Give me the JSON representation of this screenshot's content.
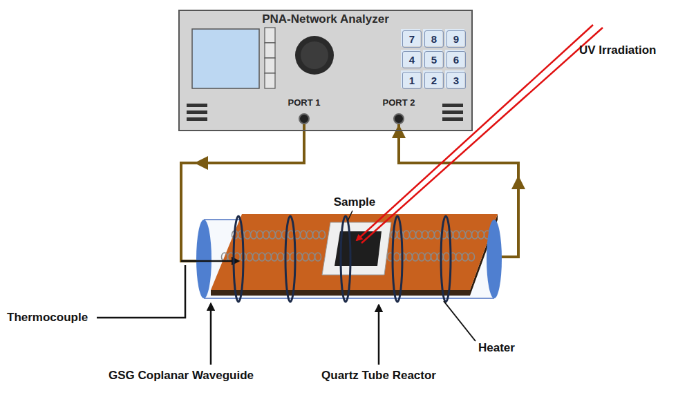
{
  "diagram": {
    "nodes": [
      {
        "text": [
          "PNA-Network Analyzer"
        ]
      },
      {
        "text": [
          "7"
        ],
        "in": 0
      },
      {
        "text": [
          "8"
        ],
        "in": 0
      },
      {
        "text": [
          "9"
        ],
        "in": 0
      },
      {
        "text": [
          "4"
        ],
        "in": 0
      },
      {
        "text": [
          "5"
        ],
        "in": 0
      },
      {
        "text": [
          "6"
        ],
        "in": 0
      },
      {
        "text": [
          "1"
        ],
        "in": 0
      },
      {
        "text": [
          "2"
        ],
        "in": 0
      },
      {
        "text": [
          "3"
        ],
        "in": 0
      }
    ],
    "labels": [
      "PORT 1",
      "PORT 2",
      "UV Irradiation",
      "Sample",
      "Thermocouple",
      "Heater",
      "GSG Coplanar Waveguide",
      "Quartz Tube Reactor"
    ]
  }
}
